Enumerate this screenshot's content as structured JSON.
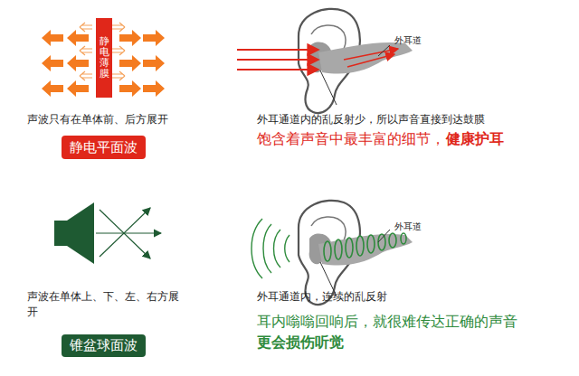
{
  "diagram": {
    "nodes": [
      {
        "text": [
          "静电薄膜"
        ]
      },
      {
        "text": [
          "静电平面波"
        ]
      },
      {
        "text": [
          "锥盆球面波"
        ]
      }
    ],
    "labels": [
      "声波只有在单体前、后方展开",
      "外耳道",
      "外耳通道内的乱反射少，所以声音直接到达鼓膜",
      "饱含着声音中最丰富的细节，",
      "健康护耳",
      "声波在单体上、下、左、右方展开",
      "外耳道",
      "外耳通道内，连续的乱反射",
      "耳内嗡嗡回响后，就很难传达正确的声音",
      "更会损伤听觉"
    ]
  }
}
